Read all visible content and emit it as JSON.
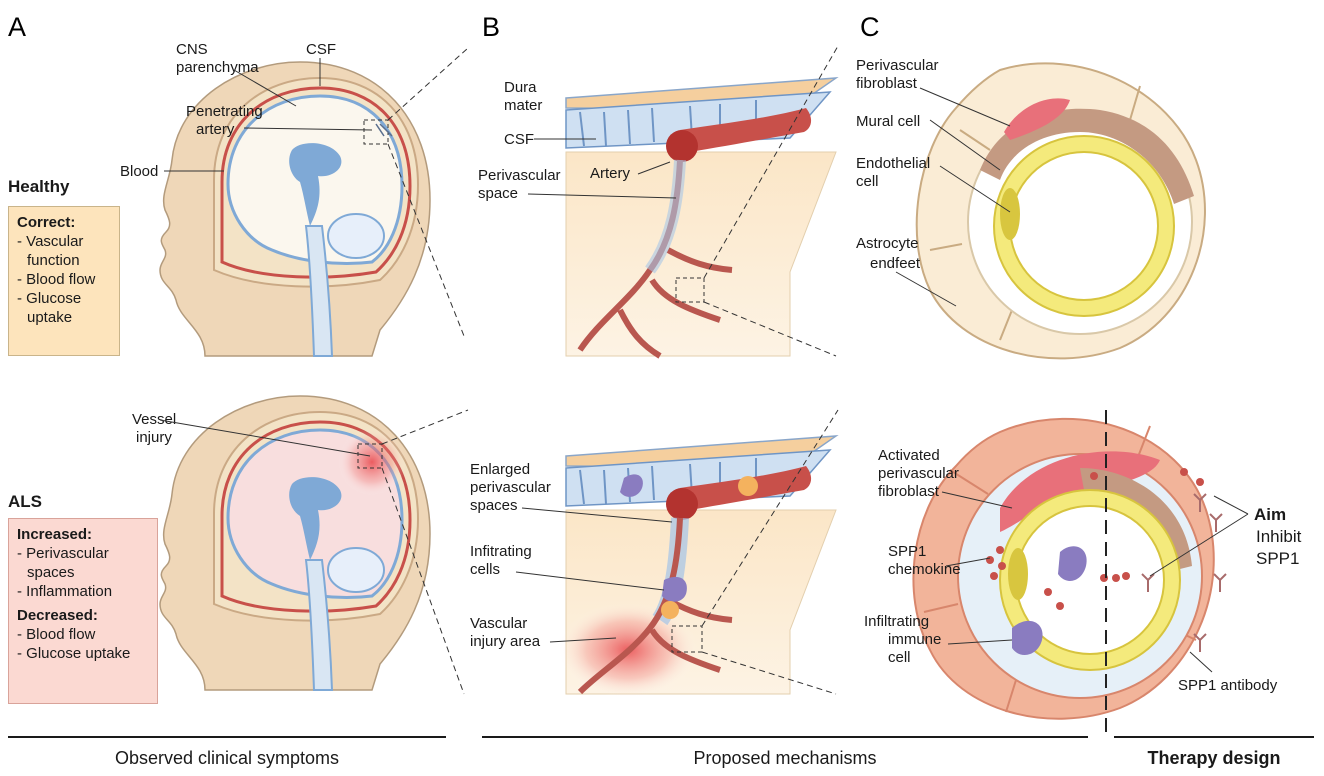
{
  "panel_labels": {
    "a": "A",
    "b": "B",
    "c": "C"
  },
  "conditions": {
    "healthy": "Healthy",
    "als": "ALS"
  },
  "healthy_box": {
    "heading": "Correct:",
    "items": [
      "Vascular function",
      "Blood flow",
      "Glucose uptake"
    ]
  },
  "als_box": {
    "increased_heading": "Increased:",
    "increased_items": [
      "Perivascular spaces",
      "Inflammation"
    ],
    "decreased_heading": "Decreased:",
    "decreased_items": [
      "Blood flow",
      "Glucose uptake"
    ]
  },
  "brain_labels": {
    "cns_1": "CNS",
    "cns_2": "parenchyma",
    "csf": "CSF",
    "penetrating_1": "Penetrating",
    "penetrating_2": "artery",
    "blood": "Blood",
    "vessel_1": "Vessel",
    "vessel_2": "injury"
  },
  "mechanism_labels": {
    "dura_1": "Dura",
    "dura_2": "mater",
    "csf": "CSF",
    "perivascular_1": "Perivascular",
    "perivascular_2": "space",
    "artery": "Artery",
    "enlarged_1": "Enlarged",
    "enlarged_2": "perivascular",
    "enlarged_3": "spaces",
    "infiltrating_1": "Infitrating",
    "infiltrating_2": "cells",
    "vascular_1": "Vascular",
    "vascular_2": "injury area"
  },
  "vessel_labels": {
    "fibroblast_1": "Perivascular",
    "fibroblast_2": "fibroblast",
    "mural": "Mural cell",
    "endothelial_1": "Endothelial",
    "endothelial_2": "cell",
    "astrocyte_1": "Astrocyte",
    "astrocyte_2": "endfeet",
    "activated_1": "Activated",
    "activated_2": "perivascular",
    "activated_3": "fibroblast",
    "spp1_1": "SPP1",
    "spp1_2": "chemokine",
    "immune_1": "Infiltrating",
    "immune_2": "immune",
    "immune_3": "cell",
    "antibody": "SPP1 antibody",
    "aim": "Aim",
    "inhibit": "Inhibit",
    "spp1": "SPP1"
  },
  "footers": {
    "symptoms": "Observed clinical symptoms",
    "mechanisms": "Proposed mechanisms",
    "therapy": "Therapy design"
  },
  "colors": {
    "skin": "#efd7b8",
    "skull": "#f3e3c6",
    "csf_blue": "#7fa9d6",
    "blood_red": "#c8504a",
    "healthy_box_bg": "#fde4bc",
    "als_box_bg": "#fbd9d2",
    "fibroblast": "#e8707a",
    "mural": "#c49a82",
    "endothelial": "#f4ea7c",
    "astrocyte": "#faecd5",
    "als_astrocyte": "#f2b49a",
    "immune": "#8a7cc0"
  }
}
